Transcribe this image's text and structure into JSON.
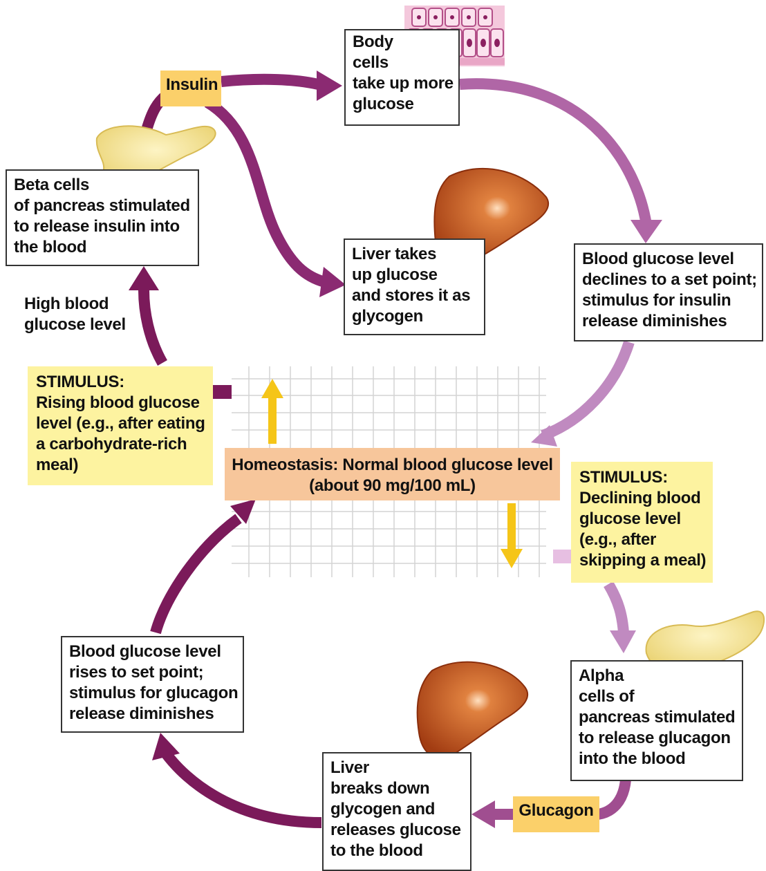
{
  "insulin_label": "Insulin",
  "glucagon_label": "Glucagon",
  "body_cells": [
    "Body",
    "cells",
    "take up more",
    "glucose"
  ],
  "liver_takes_up": [
    "Liver takes",
    "up glucose",
    "and stores it as",
    "glycogen"
  ],
  "beta_cells": [
    "Beta cells",
    "of pancreas stimulated",
    "to release insulin into",
    "the blood"
  ],
  "declines": [
    "Blood glucose level",
    "declines to a set point;",
    "stimulus for insulin",
    "release diminishes"
  ],
  "high_blood": [
    "High blood",
    "glucose level"
  ],
  "stimulus_rising": [
    "STIMULUS:",
    "Rising blood glucose",
    "level (e.g., after eating",
    "a carbohydrate-rich",
    "meal)"
  ],
  "homeostasis": [
    "Homeostasis: Normal blood glucose level",
    "(about 90 mg/100 mL)"
  ],
  "stimulus_declining": [
    "STIMULUS:",
    "Declining blood",
    "glucose level",
    "(e.g., after",
    "skipping a meal)"
  ],
  "rises": [
    "Blood glucose level",
    "rises to set point;",
    "stimulus for glucagon",
    "release diminishes"
  ],
  "alpha_cells": [
    "Alpha",
    "cells of",
    "pancreas stimulated",
    "to release glucagon",
    "into the blood"
  ],
  "liver_breaks": [
    "Liver",
    "breaks down",
    "glycogen and",
    "releases glucose",
    "to the blood"
  ],
  "colors": {
    "dark_arrow": "#7b1a5a",
    "light_arrow": "#c08ac0",
    "yellow_box": "#fdf3a0",
    "hormone_tag": "#fbd06a",
    "homeostasis_box": "#f7c69b",
    "liver": "#c4551e",
    "pancreas": "#f6e59a"
  }
}
